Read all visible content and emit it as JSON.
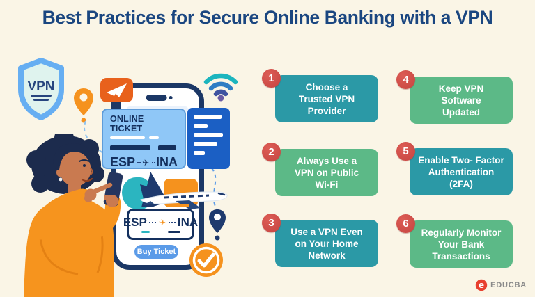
{
  "title": "Best Practices for Secure Online Banking with a VPN",
  "tips": [
    {
      "number": "1",
      "label": "Choose a\nTrusted VPN\nProvider",
      "color": "teal"
    },
    {
      "number": "2",
      "label": "Always Use a\nVPN on Public\nWi-Fi",
      "color": "green"
    },
    {
      "number": "3",
      "label": "Use a VPN Even\non Your Home\nNetwork",
      "color": "teal"
    },
    {
      "number": "4",
      "label": "Keep VPN\nSoftware\nUpdated",
      "color": "green"
    },
    {
      "number": "5",
      "label": "Enable Two- Factor\nAuthentication\n(2FA)",
      "color": "teal"
    },
    {
      "number": "6",
      "label": "Regularly Monitor\nYour Bank\nTransactions",
      "color": "green"
    }
  ],
  "illustration": {
    "shield_label": "VPN",
    "ticket_title": "ONLINE TICKET",
    "route_from": "ESP",
    "route_to": "INA",
    "card_from": "ESP",
    "card_to": "INA",
    "buy_button": "Buy Ticket"
  },
  "icons": {
    "plane": "✈",
    "brand_letter": "e"
  },
  "footer": {
    "brand": "EDUCBA"
  },
  "colors": {
    "background": "#FAF5E6",
    "title_text": "#1A4680",
    "teal_box": "#2B99A6",
    "green_box": "#5CB987",
    "number_badge_red": "#D5504B",
    "phone_navy": "#1B3765",
    "accent_orange": "#F5921E",
    "panel_blue": "#1B5FC4",
    "ticket_blue": "#8FC7F7",
    "button_blue": "#5B9BE8",
    "wifi_teal": "#1CB5BE",
    "brand_red": "#E8402F"
  }
}
